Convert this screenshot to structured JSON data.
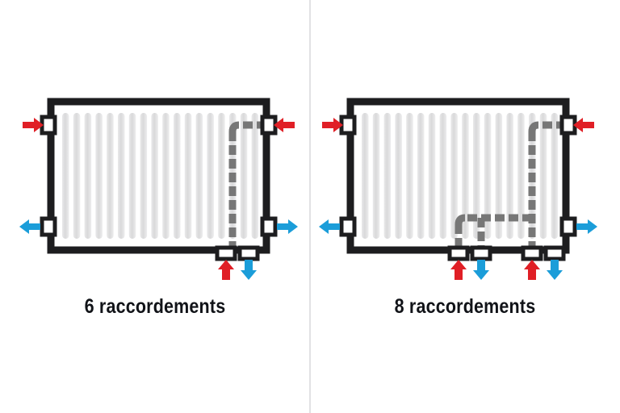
{
  "diagram": {
    "title_left": "6 raccordements",
    "title_right": "8 raccordements",
    "type": "radiator-connection-diagram",
    "colors": {
      "background": "#ffffff",
      "radiator_frame": "#1d1d1f",
      "radiator_body": "#ffffff",
      "radiator_fin": "#dddddd",
      "pipe": "#777777",
      "arrow_supply": "#e01f26",
      "arrow_return": "#1b9dd9",
      "divider": "#e2e2e4",
      "caption_text": "#111318"
    }
  },
  "panels": [
    {
      "id": "left",
      "caption": "6 raccordements",
      "connection_count": 6,
      "fin_count": 18,
      "connectors": [
        {
          "name": "top-left",
          "side": "left",
          "position": "top",
          "arrow": "right",
          "arrow_color": "#e01f26",
          "flow": "supply"
        },
        {
          "name": "top-right",
          "side": "right",
          "position": "top",
          "arrow": "left",
          "arrow_color": "#e01f26",
          "flow": "supply"
        },
        {
          "name": "bottom-left",
          "side": "left",
          "position": "bottom",
          "arrow": "left",
          "arrow_color": "#1b9dd9",
          "flow": "return"
        },
        {
          "name": "bottom-right",
          "side": "right",
          "position": "bottom",
          "arrow": "right",
          "arrow_color": "#1b9dd9",
          "flow": "return"
        },
        {
          "name": "underside-supply",
          "side": "bottom",
          "position": "center-right",
          "arrow": "up",
          "arrow_color": "#e01f26",
          "flow": "supply"
        },
        {
          "name": "underside-return",
          "side": "bottom",
          "position": "center-right",
          "arrow": "down",
          "arrow_color": "#1b9dd9",
          "flow": "return"
        }
      ],
      "pipe_routes": [
        {
          "name": "right-side-riser",
          "description": "dashed pipe from right top connector, elbow down to bottom underside connector"
        }
      ]
    },
    {
      "id": "right",
      "caption": "8 raccordements",
      "connection_count": 8,
      "fin_count": 18,
      "connectors": [
        {
          "name": "top-left",
          "side": "left",
          "position": "top",
          "arrow": "right",
          "arrow_color": "#e01f26",
          "flow": "supply"
        },
        {
          "name": "top-right",
          "side": "right",
          "position": "top",
          "arrow": "left",
          "arrow_color": "#e01f26",
          "flow": "supply"
        },
        {
          "name": "bottom-left",
          "side": "left",
          "position": "bottom",
          "arrow": "left",
          "arrow_color": "#1b9dd9",
          "flow": "return"
        },
        {
          "name": "bottom-right",
          "side": "right",
          "position": "bottom",
          "arrow": "right",
          "arrow_color": "#1b9dd9",
          "flow": "return"
        },
        {
          "name": "underside-center-supply",
          "side": "bottom",
          "position": "center",
          "arrow": "up",
          "arrow_color": "#e01f26",
          "flow": "supply"
        },
        {
          "name": "underside-center-return",
          "side": "bottom",
          "position": "center",
          "arrow": "down",
          "arrow_color": "#1b9dd9",
          "flow": "return"
        },
        {
          "name": "underside-right-supply",
          "side": "bottom",
          "position": "center-right",
          "arrow": "up",
          "arrow_color": "#e01f26",
          "flow": "supply"
        },
        {
          "name": "underside-right-return",
          "side": "bottom",
          "position": "center-right",
          "arrow": "down",
          "arrow_color": "#1b9dd9",
          "flow": "return"
        }
      ],
      "pipe_routes": [
        {
          "name": "right-side-riser",
          "description": "dashed pipe from right top connector, elbow down to right underside connector"
        },
        {
          "name": "center-branch",
          "description": "dashed horizontal pipe at lower third branching to two center underside connectors"
        }
      ]
    }
  ]
}
